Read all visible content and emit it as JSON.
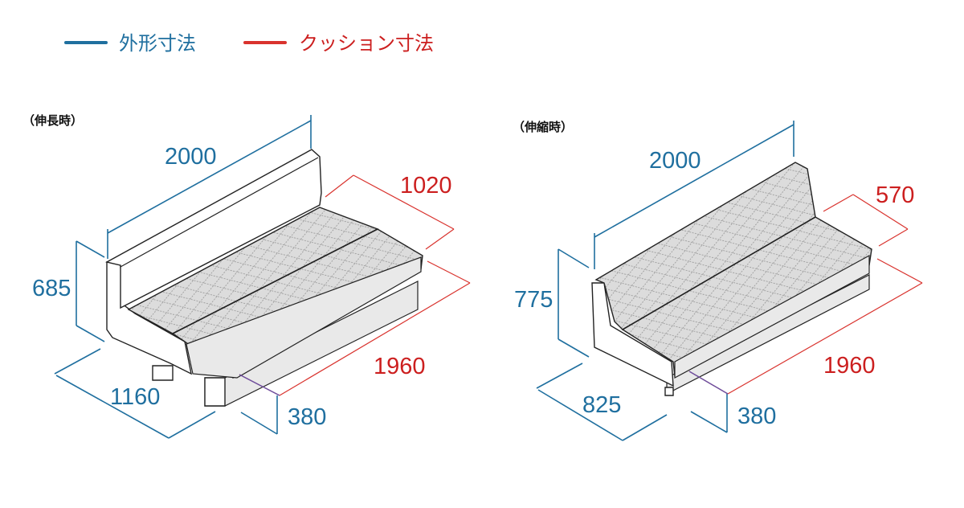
{
  "legend": {
    "outer_label": "外形寸法",
    "outer_color": "#1f6f9f",
    "cushion_label": "クッション寸法",
    "cushion_color": "#cc1f1f"
  },
  "extended": {
    "label": "（伸長時）",
    "width": "2000",
    "height": "685",
    "depth": "1160",
    "cushion_depth": "1020",
    "cushion_width": "1960",
    "seat_height": "380"
  },
  "contracted": {
    "label": "（伸縮時）",
    "width": "2000",
    "height": "775",
    "depth": "825",
    "cushion_depth": "570",
    "cushion_width": "1960",
    "seat_height": "380"
  }
}
